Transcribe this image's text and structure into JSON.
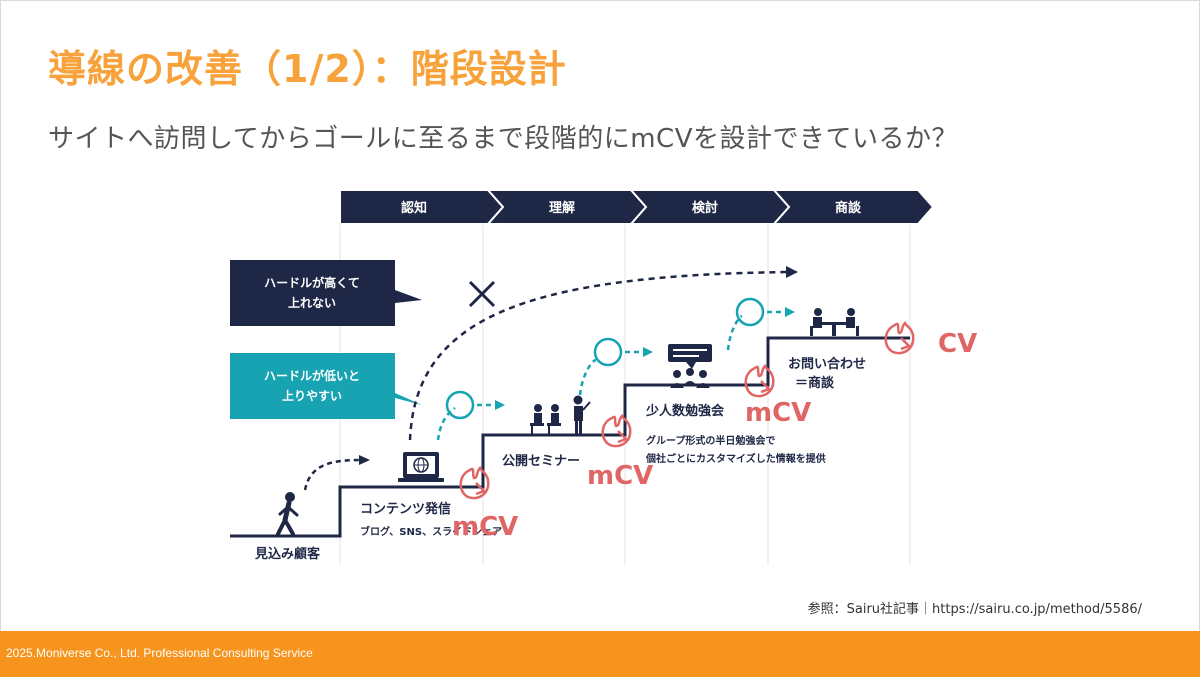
{
  "header": {
    "title": "導線の改善（1/2）：階段設計",
    "subtitle": "サイトへ訪問してからゴールに至るまで段階的にmCVを設計できているか？"
  },
  "stages": [
    "認知",
    "理解",
    "検討",
    "商談"
  ],
  "bubbles": {
    "high": [
      "ハードルが高くて",
      "上れない"
    ],
    "low": [
      "ハードルが低いと",
      "上りやすい"
    ]
  },
  "steps": {
    "prospect": "見込み顧客",
    "content": "コンテンツ発信",
    "content_sub": "ブログ、SNS、スライドシェア",
    "seminar": "公開セミナー",
    "study": "少人数勉強会",
    "study_sub1": "グループ形式の半日勉強会で",
    "study_sub2": "個社ごとにカスタマイズした情報を提供",
    "inquiry1": "お問い合わせ",
    "inquiry2": "＝商談"
  },
  "conversions": {
    "mcv1": "mCV",
    "mcv2": "mCV",
    "mcv3": "mCV",
    "cv": "CV"
  },
  "reference": "参照：Sairu社記事｜https://sairu.co.jp/method/5586/",
  "footer": "2025.Moniverse Co., Ltd. Professional Consulting Service",
  "colors": {
    "title": "#f7a23a",
    "navy": "#1f2746",
    "teal": "#17a3b2",
    "accent_red": "#e06666",
    "footer": "#f7941d"
  },
  "icons": [
    "walking-person-icon",
    "laptop-globe-icon",
    "seminar-audience-icon",
    "chat-group-icon",
    "meeting-table-icon",
    "flame-icon",
    "cross-icon"
  ]
}
